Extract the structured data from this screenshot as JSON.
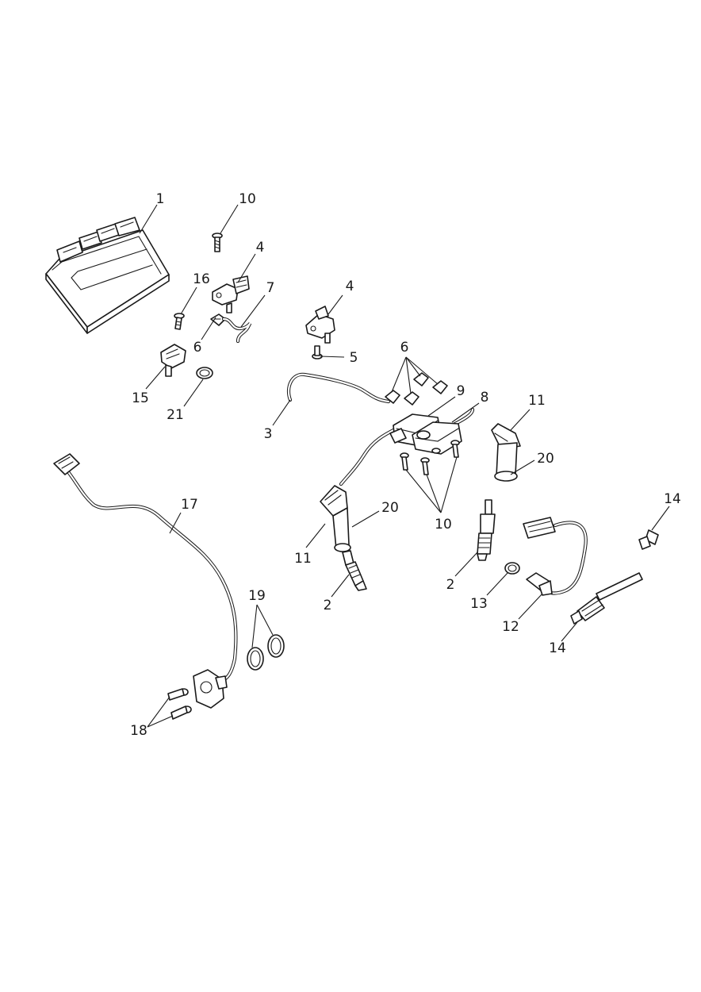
{
  "callouts": [
    {
      "id": "c1",
      "label": "1"
    },
    {
      "id": "c10a",
      "label": "10"
    },
    {
      "id": "c4a",
      "label": "4"
    },
    {
      "id": "c16",
      "label": "16"
    },
    {
      "id": "c7",
      "label": "7"
    },
    {
      "id": "c6a",
      "label": "6"
    },
    {
      "id": "c15",
      "label": "15"
    },
    {
      "id": "c21",
      "label": "21"
    },
    {
      "id": "c4b",
      "label": "4"
    },
    {
      "id": "c5",
      "label": "5"
    },
    {
      "id": "c6b",
      "label": "6"
    },
    {
      "id": "c9",
      "label": "9"
    },
    {
      "id": "c8",
      "label": "8"
    },
    {
      "id": "c3",
      "label": "3"
    },
    {
      "id": "c11a",
      "label": "11"
    },
    {
      "id": "c20a",
      "label": "20"
    },
    {
      "id": "c17",
      "label": "17"
    },
    {
      "id": "c20b",
      "label": "20"
    },
    {
      "id": "c10b",
      "label": "10"
    },
    {
      "id": "c11b",
      "label": "11"
    },
    {
      "id": "c14a",
      "label": "14"
    },
    {
      "id": "c2a",
      "label": "2"
    },
    {
      "id": "c2b",
      "label": "2"
    },
    {
      "id": "c13",
      "label": "13"
    },
    {
      "id": "c12",
      "label": "12"
    },
    {
      "id": "c19",
      "label": "19"
    },
    {
      "id": "c14b",
      "label": "14"
    },
    {
      "id": "c18",
      "label": "18"
    }
  ]
}
